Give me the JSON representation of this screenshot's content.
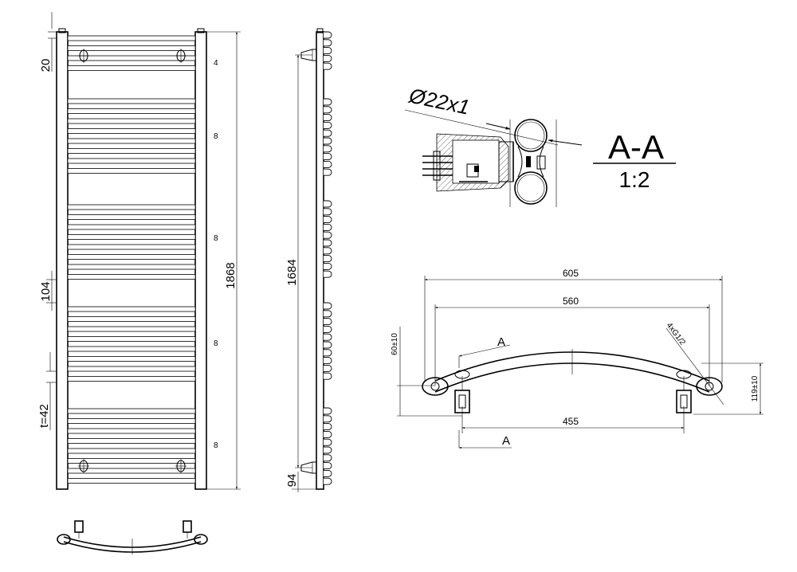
{
  "front_view": {
    "dim_top_gap": "20",
    "dim_height": "1868",
    "dim_gap": "104",
    "dim_tube": "t=42",
    "group_counts": [
      "4",
      "8",
      "8",
      "8",
      "8"
    ]
  },
  "side_view": {
    "dim_height": "1684",
    "dim_bottom": "94"
  },
  "section": {
    "pipe_label": "Ø22x1",
    "title": "A-A",
    "scale": "1:2"
  },
  "plan_view": {
    "dim_overall_width": "605",
    "dim_center_width": "560",
    "dim_connection_width": "455",
    "dim_depth_left": "60±10",
    "dim_depth_right": "119±10",
    "thread_label": "4xG1/2",
    "section_label_top": "A",
    "section_label_bottom": "A"
  }
}
